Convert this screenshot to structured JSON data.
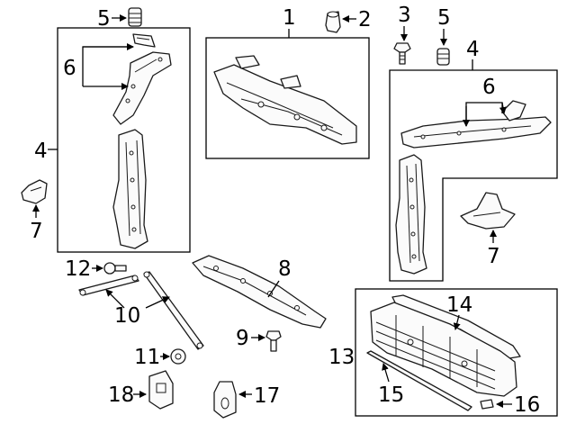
{
  "callouts": {
    "c1": "1",
    "c2": "2",
    "c3": "3",
    "c4_left": "4",
    "c4_right": "4",
    "c5_left": "5",
    "c5_right": "5",
    "c6_left": "6",
    "c6_right": "6",
    "c7_left": "7",
    "c7_right": "7",
    "c8": "8",
    "c9": "9",
    "c10": "10",
    "c11": "11",
    "c12": "12",
    "c13": "13",
    "c14": "14",
    "c15": "15",
    "c16": "16",
    "c17": "17",
    "c18": "18"
  }
}
